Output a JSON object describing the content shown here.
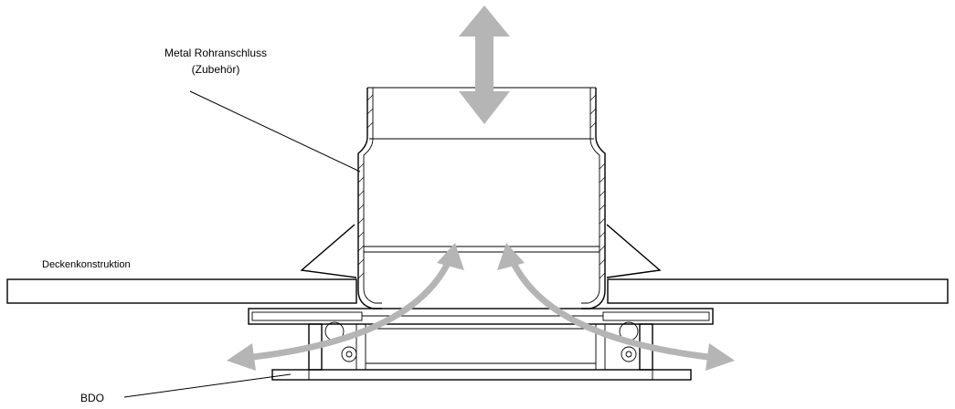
{
  "labels": {
    "pipe_connector_line1": "Metal Rohranschluss",
    "pipe_connector_line2": "(Zubehör)",
    "ceiling": "Deckenkonstruktion",
    "bdo": "BDO"
  },
  "colors": {
    "arrow": "#b5b5b5",
    "line": "#000000",
    "background": "#ffffff"
  }
}
